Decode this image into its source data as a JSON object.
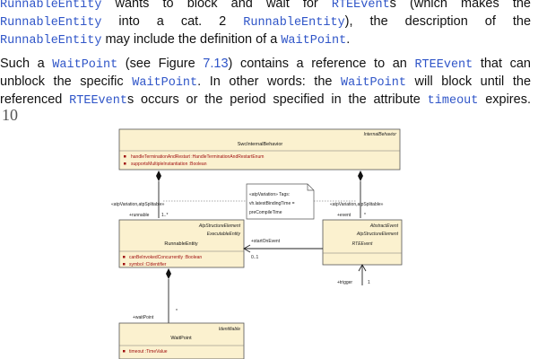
{
  "paragraph1": {
    "line1": {
      "code_a": "RunnableEntity",
      "text_a": " wants to block and wait for ",
      "code_b": "RTEEvent",
      "text_b": "s (which makes the"
    },
    "line2": {
      "code_a": "RunnableEntity",
      "text_a": " into a cat. 2 ",
      "code_b": "RunnableEntity",
      "text_b": "), the description of the"
    },
    "line3": {
      "code_a": "RunnableEntity",
      "text_a": " may include the definition of a ",
      "code_b": "WaitPoint",
      "text_b": "."
    }
  },
  "paragraph2": {
    "line1": {
      "t1": "Such a ",
      "c1": "WaitPoint",
      "t2": " (see Figure ",
      "figref": "7.13",
      "t3": ") contains a reference to an ",
      "c2": "RTEEvent",
      "t4": " that can"
    },
    "line2": {
      "t1": "unblock the specific ",
      "c1": "WaitPoint",
      "t2": ". In other words: the ",
      "c2": "WaitPoint",
      "t3": " will block until the"
    },
    "line3": {
      "t1": "referenced ",
      "c1": "RTEEvent",
      "t2": "s occurs or the period specified in the attribute ",
      "c2": "timeout",
      "t3": " expires."
    }
  },
  "page_fragment": "10",
  "diagram": {
    "internal_behavior": {
      "stereotype": "InternalBehavior",
      "name": "SwcInternalBehavior",
      "attrs": [
        "handleTerminationAndRestart :HandleTerminationAndRestartEnum",
        "supportsMultipleInstantiation :Boolean"
      ]
    },
    "runnable_entity": {
      "stereotypes": [
        "AtpStructureElement",
        "ExecutableEntity"
      ],
      "name": "RunnableEntity",
      "attrs": [
        "canBeInvokedConcurrently :Boolean",
        "symbol :CIdentifier"
      ]
    },
    "rte_event": {
      "stereotypes": [
        "AbstractEvent",
        "AtpStructureElement"
      ],
      "name": "RTEEvent"
    },
    "wait_point": {
      "stereotype": "Identifiable",
      "name": "WaitPoint",
      "attrs": [
        "timeout :TimeValue"
      ]
    },
    "note": {
      "lines": [
        "«atpVariation» Tags:",
        "vh.latestBindingTime =",
        "preCompileTime"
      ]
    },
    "labels": {
      "left_tag": "«atpVariation,atpSplitable»",
      "left_role": "+runnable",
      "left_mult": "1..*",
      "right_tag": "«atpVariation,atpSplitable»",
      "right_role": "+event",
      "right_mult": "*",
      "start_role": "+startOnEvent",
      "start_mult": "0..1",
      "trigger_role": "+trigger",
      "trigger_mult": "1",
      "wait_role": "+waitPoint",
      "wait_mult": "*"
    }
  }
}
